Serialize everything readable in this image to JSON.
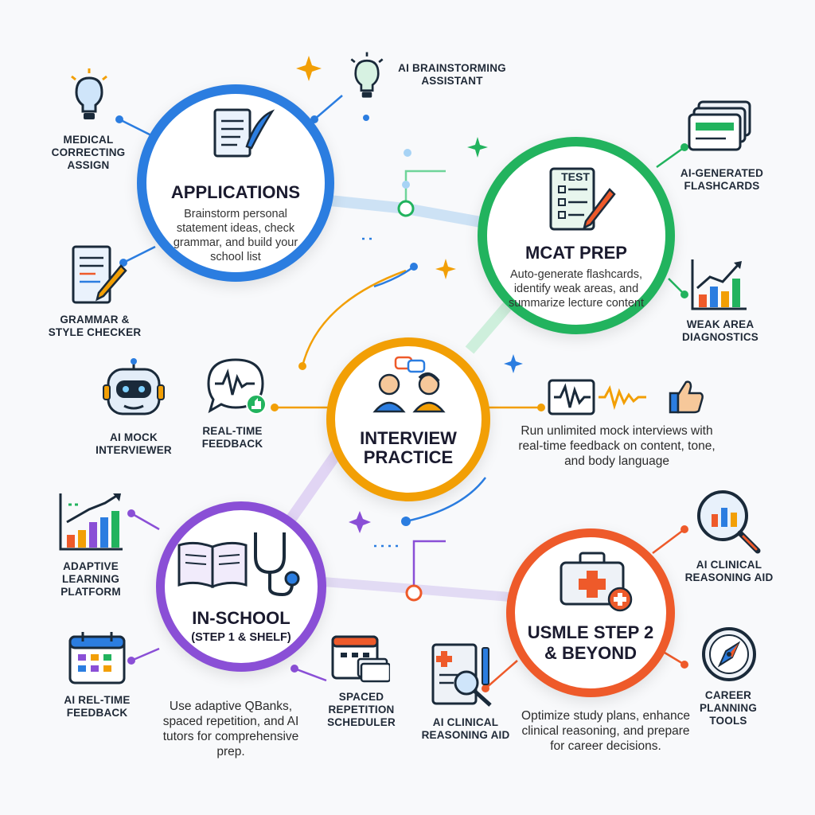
{
  "colors": {
    "applications": "#2b7de0",
    "mcat": "#22b35e",
    "interview": "#f29f05",
    "in_school": "#8a4fd6",
    "usmle": "#ee5a2a",
    "dark": "#1a2a3a"
  },
  "stages": {
    "applications": {
      "title": "APPLICATIONS",
      "desc": "Brainstorm personal statement ideas, check grammar, and build your school list"
    },
    "mcat": {
      "title": "MCAT PREP",
      "desc": "Auto-generate flashcards, identify weak areas, and summarize lecture content",
      "test_label": "TEST"
    },
    "interview": {
      "title_line1": "INTERVIEW",
      "title_line2": "PRACTICE",
      "desc": "Run unlimited mock interviews with real-time feedback on content, tone, and body language"
    },
    "in_school": {
      "title": "IN-SCHOOL",
      "subtitle": "(STEP 1 & SHELF)",
      "desc": "Use adaptive QBanks, spaced repetition, and AI tutors for comprehensive prep."
    },
    "usmle": {
      "title_line1": "USMLE STEP 2",
      "title_line2": "& BEYOND",
      "desc": "Optimize study plans, enhance clinical reasoning, and prepare for career decisions."
    }
  },
  "tools": {
    "medical_correcting": "MEDICAL CORRECTING ASSIGN",
    "ai_brainstorming": "AI BRAINSTORMING ASSISTANT",
    "grammar_checker": "GRAMMAR & STYLE CHECKER",
    "flashcards": "AI-GENERATED FLASHCARDS",
    "weak_area": "WEAK AREA DIAGNOSTICS",
    "mock_interviewer": "AI MOCK INTERVIEWER",
    "realtime_feedback": "REAL-TIME FEEDBACK",
    "adaptive_platform": "ADAPTIVE LEARNING PLATFORM",
    "rel_time_feedback": "AI REL-TIME FEEDBACK",
    "spaced_repetition": "SPACED REPETITION SCHEDULER",
    "clinical_aid_bottom": "AI CLINICAL REASONING AID",
    "clinical_aid_right": "AI CLINICAL REASONING AID",
    "career_tools": "CAREER PLANNING TOOLS"
  },
  "icons": [
    "lightbulb-icon",
    "document-quill-icon",
    "test-clipboard-icon",
    "flashcards-icon",
    "bar-chart-icon",
    "robot-icon",
    "speech-waveform-icon",
    "interview-people-icon",
    "waveform-icon",
    "thumbs-up-icon",
    "book-icon",
    "stethoscope-icon",
    "calendar-icon",
    "medical-kit-icon",
    "magnifier-chart-icon",
    "compass-icon",
    "clinical-document-icon",
    "grammar-document-icon",
    "sparkle-icon"
  ]
}
